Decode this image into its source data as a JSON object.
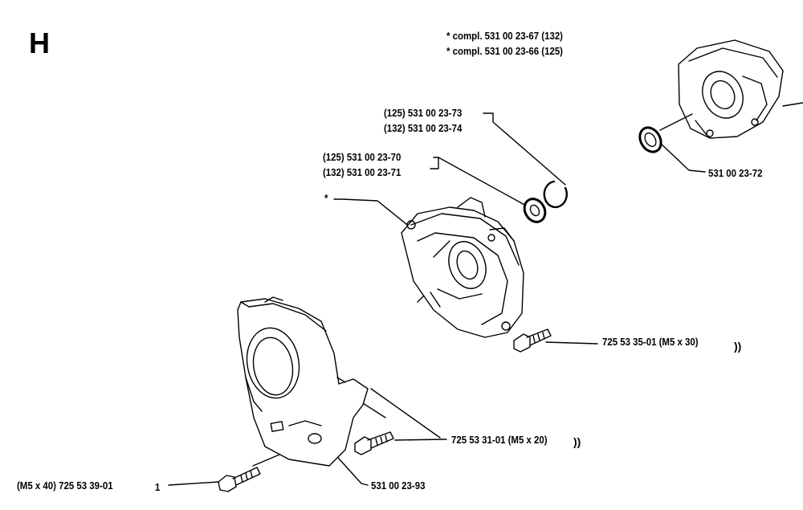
{
  "section": "H",
  "assembly_notes": [
    "* compl. 531 00 23-67 (132)",
    "* compl. 531 00 23-66 (125)"
  ],
  "parts": {
    "circlip_125": "(125) 531 00 23-73",
    "circlip_132": "(132) 531 00 23-74",
    "bearing_125": "(125) 531 00 23-70",
    "bearing_132": "(132) 531 00 23-71",
    "crankcase_star": "*",
    "ball_bearing": "531 00 23-72",
    "screw_m5x30": "725 53 35-01 (M5 x 30)",
    "screw_m5x20": "725 53 31-01 (M5 x 20)",
    "screw_m5x40": "(M5 x 40) 725 53 39-01",
    "screw_m5x40_qty": "1",
    "cover": "531 00 23-93"
  },
  "marks": {
    "m5x30": "))",
    "m5x20": "))"
  }
}
